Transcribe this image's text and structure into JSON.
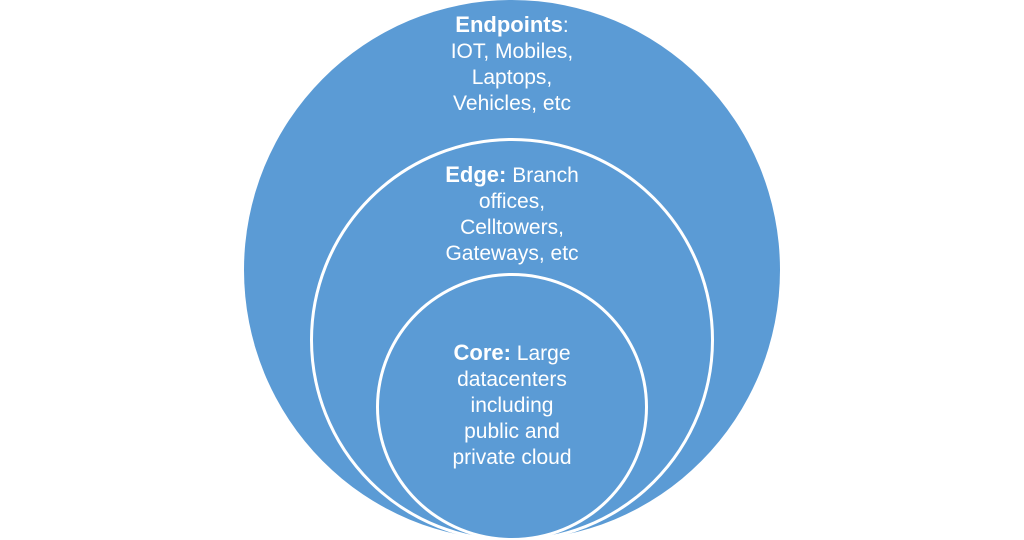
{
  "colors": {
    "fill": "#5b9bd5",
    "stroke": "#ffffff",
    "text": "#ffffff"
  },
  "layers": {
    "endpoints": {
      "title": "Endpoints",
      "separator": ":",
      "lines": [
        "IOT, Mobiles,",
        "Laptops,",
        "Vehicles, etc"
      ]
    },
    "edge": {
      "title": "Edge:",
      "first_line_rest": " Branch",
      "lines": [
        "offices,",
        "Celltowers,",
        "Gateways, etc"
      ]
    },
    "core": {
      "title": "Core:",
      "first_line_rest": " Large",
      "lines": [
        "datacenters",
        "including",
        "public and",
        "private cloud"
      ]
    }
  }
}
